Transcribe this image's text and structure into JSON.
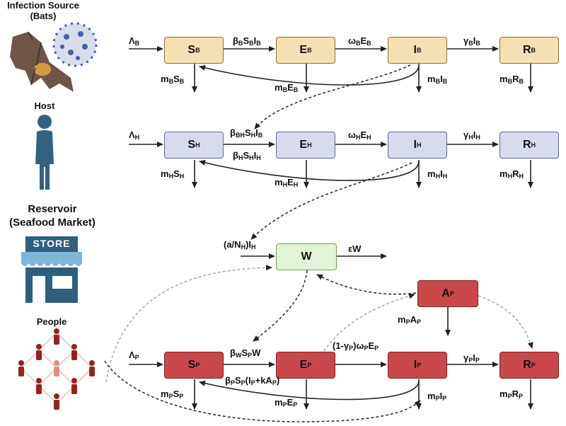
{
  "sections": {
    "bats": {
      "title_line1": "Infection Source",
      "title_line2": "(Bats)"
    },
    "host": {
      "title": "Host"
    },
    "reservoir": {
      "title_line1": "Reservoir",
      "title_line2": "(Seafood Market)",
      "sign": "STORE"
    },
    "people": {
      "title": "People"
    }
  },
  "compartments": {
    "SB": {
      "base": "S",
      "sub": "B"
    },
    "EB": {
      "base": "E",
      "sub": "B"
    },
    "IB": {
      "base": "I",
      "sub": "B"
    },
    "RB": {
      "base": "R",
      "sub": "B"
    },
    "SH": {
      "base": "S",
      "sub": "H"
    },
    "EH": {
      "base": "E",
      "sub": "H"
    },
    "IH": {
      "base": "I",
      "sub": "H"
    },
    "RH": {
      "base": "R",
      "sub": "H"
    },
    "W": {
      "base": "W",
      "sub": ""
    },
    "AP": {
      "base": "A",
      "sub": "P"
    },
    "SP": {
      "base": "S",
      "sub": "P"
    },
    "EP": {
      "base": "E",
      "sub": "P"
    },
    "IP": {
      "base": "I",
      "sub": "P"
    },
    "RP": {
      "base": "R",
      "sub": "P"
    }
  },
  "rates": {
    "lambda_b": "Λ<sub>B</sub>",
    "beta_b": "β<sub>B</sub>S<sub>B</sub>I<sub>B</sub>",
    "omega_b": "ω<sub>B</sub>E<sub>B</sub>",
    "gamma_b": "γ<sub>B</sub>I<sub>B</sub>",
    "m_sb": "m<sub>B</sub>S<sub>B</sub>",
    "m_eb": "m<sub>B</sub>E<sub>B</sub>",
    "m_ib": "m<sub>B</sub>I<sub>B</sub>",
    "m_rb": "m<sub>B</sub>R<sub>B</sub>",
    "lambda_h": "Λ<sub>H</sub>",
    "beta_bh": "β<sub>BH</sub>S<sub>H</sub>I<sub>B</sub>",
    "beta_h": "β<sub>H</sub>S<sub>H</sub>I<sub>H</sub>",
    "omega_h": "ω<sub>H</sub>E<sub>H</sub>",
    "gamma_h": "γ<sub>H</sub>I<sub>H</sub>",
    "m_sh": "m<sub>H</sub>S<sub>H</sub>",
    "m_eh": "m<sub>H</sub>E<sub>H</sub>",
    "m_ih": "m<sub>H</sub>I<sub>H</sub>",
    "m_rh": "m<sub>H</sub>R<sub>H</sub>",
    "shed": "(a/N<sub>H</sub>)I<sub>H</sub>",
    "decay": "εW",
    "lambda_p": "Λ<sub>P</sub>",
    "beta_w": "β<sub>W</sub>S<sub>P</sub>W",
    "beta_p": "β<sub>P</sub>S<sub>P</sub>(I<sub>P</sub>+kA<sub>P</sub>)",
    "omega_p": "(1-γ<sub>P</sub>)ω<sub>P</sub>E<sub>P</sub>",
    "gamma_p": "γ<sub>P</sub>I<sub>P</sub>",
    "m_ap": "m<sub>P</sub>A<sub>P</sub>",
    "m_sp": "m<sub>P</sub>S<sub>P</sub>",
    "m_ep": "m<sub>P</sub>E<sub>P</sub>",
    "m_ip": "m<sub>P</sub>I<sub>P</sub>",
    "m_rp": "m<sub>P</sub>R<sub>P</sub>"
  },
  "colors": {
    "bat_fill": "#f3e0b3",
    "host_fill": "#d6dbee",
    "reservoir_fill": "#e3f3d7",
    "people_fill": "#c9494a",
    "store_blue": "#2f5f7e",
    "person_red": "#8e2524"
  }
}
